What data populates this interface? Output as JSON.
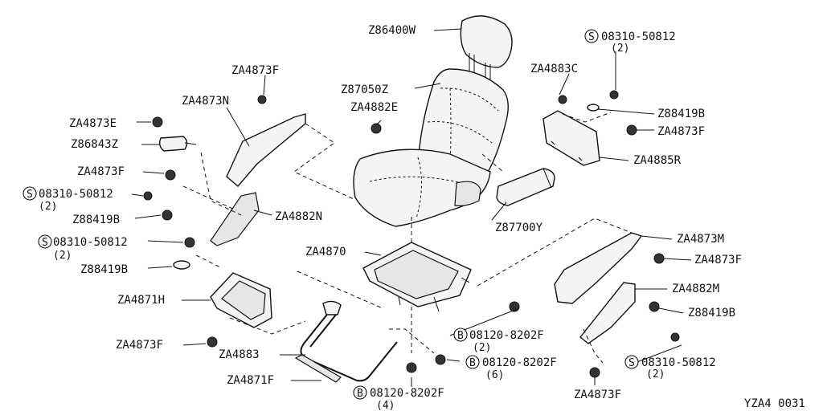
{
  "diagram": {
    "callouts": [
      {
        "id": "c1",
        "code": "Z86400W"
      },
      {
        "id": "c2",
        "code": "Z87050Z"
      },
      {
        "id": "c3",
        "code": "ZA4882E"
      },
      {
        "id": "c4",
        "code": "ZA4873F"
      },
      {
        "id": "c5",
        "code": "ZA4873N"
      },
      {
        "id": "c6",
        "code": "ZA4873E"
      },
      {
        "id": "c7",
        "code": "Z86843Z"
      },
      {
        "id": "c8",
        "code": "ZA4873F"
      },
      {
        "id": "c9",
        "code": "08310-50812",
        "symbol": "S",
        "qty": "(2)"
      },
      {
        "id": "c10",
        "code": "Z88419B"
      },
      {
        "id": "c11",
        "code": "ZA4882N"
      },
      {
        "id": "c12",
        "code": "08310-50812",
        "symbol": "S",
        "qty": "(2)"
      },
      {
        "id": "c13",
        "code": "Z88419B"
      },
      {
        "id": "c14",
        "code": "ZA4870"
      },
      {
        "id": "c15",
        "code": "ZA4871H"
      },
      {
        "id": "c16",
        "code": "ZA4873F"
      },
      {
        "id": "c17",
        "code": "ZA4883"
      },
      {
        "id": "c18",
        "code": "ZA4871F"
      },
      {
        "id": "c19",
        "code": "08120-8202F",
        "symbol": "B",
        "qty": "(4)"
      },
      {
        "id": "c20",
        "code": "08120-8202F",
        "symbol": "B",
        "qty": "(6)"
      },
      {
        "id": "c21",
        "code": "08120-8202F",
        "symbol": "B",
        "qty": "(2)"
      },
      {
        "id": "c22",
        "code": "Z87700Y"
      },
      {
        "id": "c23",
        "code": "08310-50812",
        "symbol": "S",
        "qty": "(2)"
      },
      {
        "id": "c24",
        "code": "ZA4883C"
      },
      {
        "id": "c25",
        "code": "Z88419B"
      },
      {
        "id": "c26",
        "code": "ZA4873F"
      },
      {
        "id": "c27",
        "code": "ZA4885R"
      },
      {
        "id": "c28",
        "code": "ZA4873M"
      },
      {
        "id": "c29",
        "code": "ZA4873F"
      },
      {
        "id": "c30",
        "code": "ZA4882M"
      },
      {
        "id": "c31",
        "code": "Z88419B"
      },
      {
        "id": "c32",
        "code": "08310-50812",
        "symbol": "S",
        "qty": "(2)"
      },
      {
        "id": "c33",
        "code": "ZA4873F"
      }
    ],
    "figure_code": "YZA4  0031"
  }
}
